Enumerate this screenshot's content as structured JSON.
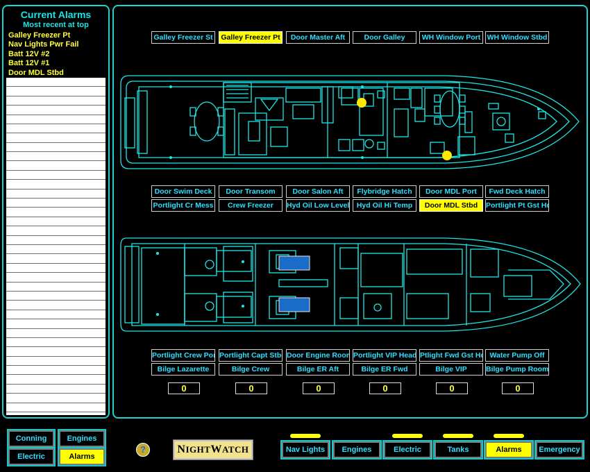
{
  "alarms": {
    "title": "Current Alarms",
    "subtitle": "Most recent at top",
    "items": [
      "Galley Freezer Pt",
      "Nav Lights Pwr Fail",
      "Batt 12V #2",
      "Batt 12V #1",
      "Door MDL Stbd"
    ],
    "empty_rows": 36
  },
  "upper_deck_labels": [
    {
      "label": "Galley Freezer St",
      "active": false
    },
    {
      "label": "Galley Freezer Pt",
      "active": true
    },
    {
      "label": "Door Master Aft",
      "active": false
    },
    {
      "label": "Door Galley",
      "active": false
    },
    {
      "label": "WH Window Port",
      "active": false
    },
    {
      "label": "WH Window Stbd",
      "active": false
    }
  ],
  "middle_labels_row1": [
    {
      "label": "Door Swim Deck",
      "active": false
    },
    {
      "label": "Door Transom",
      "active": false
    },
    {
      "label": "Door Salon Aft",
      "active": false
    },
    {
      "label": "Flybridge Hatch",
      "active": false
    },
    {
      "label": "Door MDL Port",
      "active": false
    },
    {
      "label": "Fwd Deck Hatch",
      "active": false
    }
  ],
  "middle_labels_row2": [
    {
      "label": "Portlight Cr Mess",
      "active": false
    },
    {
      "label": "Crew Freezer",
      "active": false
    },
    {
      "label": "Hyd Oil Low Level",
      "active": false
    },
    {
      "label": "Hyd Oil Hi Temp",
      "active": false
    },
    {
      "label": "Door MDL Stbd",
      "active": true
    },
    {
      "label": "Portlight Pt Gst Hd",
      "active": false
    }
  ],
  "lower_labels_row1": [
    {
      "label": "Portlight Crew Port",
      "active": false
    },
    {
      "label": "Portlight Capt Stbd",
      "active": false
    },
    {
      "label": "Door Engine Room",
      "active": false
    },
    {
      "label": "Portlight VIP Head",
      "active": false
    },
    {
      "label": "Ptlight Fwd Gst Hd",
      "active": false
    },
    {
      "label": "Water Pump Off",
      "active": false
    }
  ],
  "lower_labels_row2": [
    {
      "label": "Bilge Lazarette",
      "active": false
    },
    {
      "label": "Bilge Crew",
      "active": false
    },
    {
      "label": "Bilge ER Aft",
      "active": false
    },
    {
      "label": "Bilge ER Fwd",
      "active": false
    },
    {
      "label": "Bilge VIP",
      "active": false
    },
    {
      "label": "Bilge Pump Room",
      "active": false
    }
  ],
  "bilge_counters": [
    "0",
    "0",
    "0",
    "0",
    "0",
    "0"
  ],
  "left_nav": [
    {
      "label": "Conning",
      "active": false
    },
    {
      "label": "Engines",
      "active": false
    },
    {
      "label": "Electric",
      "active": false
    },
    {
      "label": "Alarms",
      "active": true
    }
  ],
  "bottom_nav": [
    {
      "label": "Nav Lights",
      "active": false,
      "indicator": true
    },
    {
      "label": "Engines",
      "active": false,
      "indicator": false
    },
    {
      "label": "Electric",
      "active": false,
      "indicator": true
    },
    {
      "label": "Tanks",
      "active": false,
      "indicator": true
    },
    {
      "label": "Alarms",
      "active": true,
      "indicator": true
    },
    {
      "label": "Emergency",
      "active": false,
      "indicator": false
    }
  ],
  "help": {
    "glyph": "?"
  },
  "logo": {
    "first": "N",
    "rest": "IGHT",
    "first2": "W",
    "rest2": "ATCH"
  },
  "colors": {
    "outline": "#18d4d4",
    "active": "#ffff00",
    "text": "#2ee0ff",
    "alarm_dot": "#ffe800"
  }
}
